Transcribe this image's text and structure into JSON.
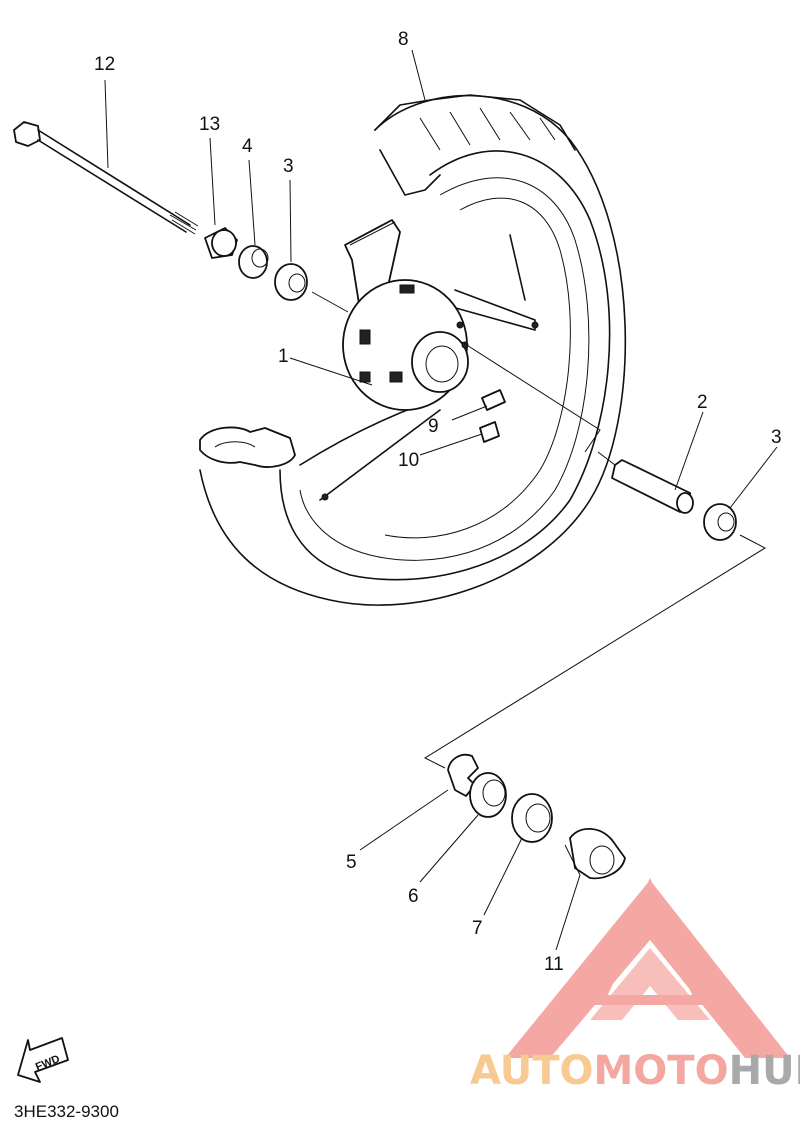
{
  "diagram": {
    "code": "3HE332-9300",
    "fwd_label": "FWD",
    "callouts": [
      {
        "id": "c1",
        "label": "1"
      },
      {
        "id": "c2",
        "label": "2"
      },
      {
        "id": "c3a",
        "label": "3"
      },
      {
        "id": "c3b",
        "label": "3"
      },
      {
        "id": "c4",
        "label": "4"
      },
      {
        "id": "c5",
        "label": "5"
      },
      {
        "id": "c6",
        "label": "6"
      },
      {
        "id": "c7",
        "label": "7"
      },
      {
        "id": "c8",
        "label": "8"
      },
      {
        "id": "c9",
        "label": "9"
      },
      {
        "id": "c10",
        "label": "10"
      },
      {
        "id": "c11",
        "label": "11"
      },
      {
        "id": "c12",
        "label": "12"
      },
      {
        "id": "c13",
        "label": "13"
      }
    ]
  },
  "watermark": {
    "part1": "AUTO",
    "part2": "MOTO",
    "part3": "HUB",
    "colors": {
      "auto": "#f7c993",
      "moto": "#f4a6a0",
      "hub": "#a9a9a9",
      "logo": "#f49a94"
    }
  }
}
